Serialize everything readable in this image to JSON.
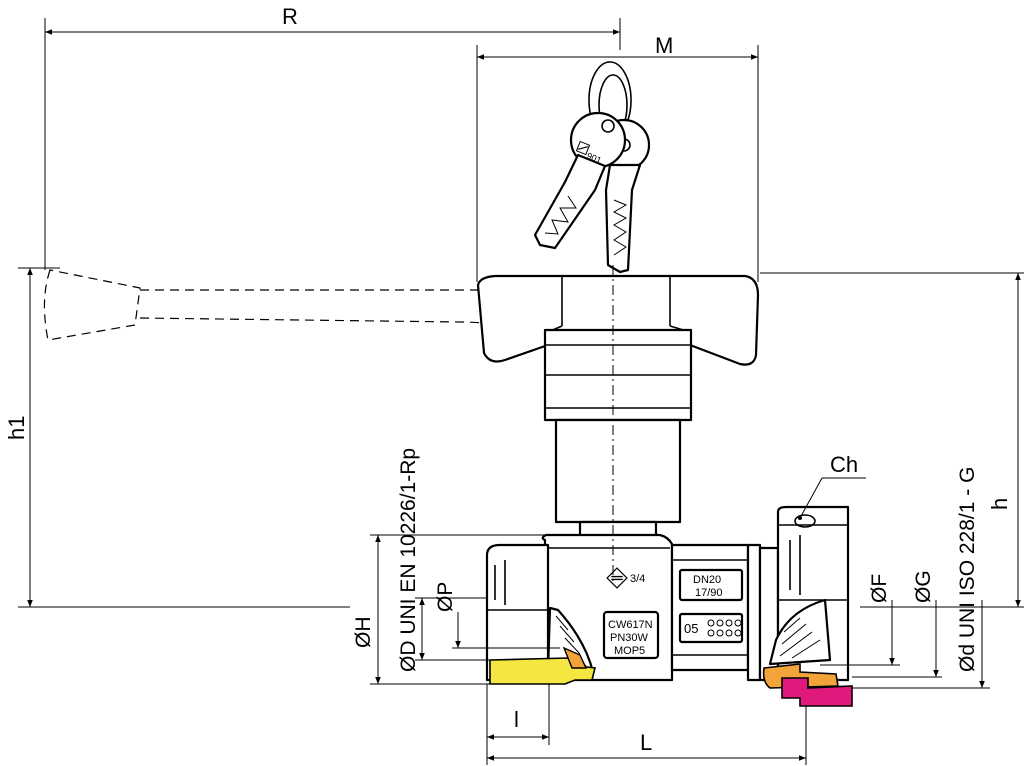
{
  "dimensions": {
    "R": "R",
    "M": "M",
    "h1": "h1",
    "h": "h",
    "Ch": "Ch",
    "OH": "ØH",
    "OP": "ØP",
    "OD": "ØD UNI EN 10226/1-Rp",
    "OF": "ØF",
    "OG": "ØG",
    "Od": "Ød UNI ISO 228/1 - G",
    "l": "l",
    "L": "L"
  },
  "body_marks": {
    "size": "3/4",
    "dn": "DN20",
    "dn_sub": "17/90",
    "material": "CW617N",
    "pressure": "PN30W",
    "mop": "MOP5",
    "code": "05"
  },
  "key_marks": {
    "number": "901"
  },
  "colors": {
    "line": "#000000",
    "gasket_yellow": "#f5e642",
    "gasket_orange": "#f2a33a",
    "nut_magenta": "#e0197d"
  }
}
